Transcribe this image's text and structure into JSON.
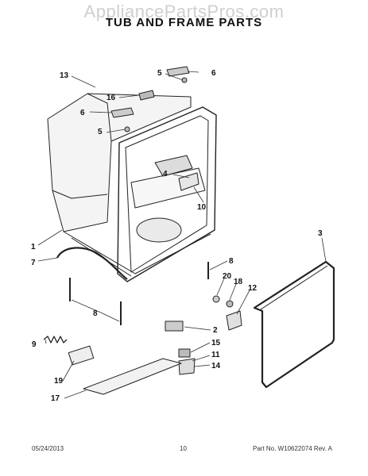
{
  "header": {
    "watermark": "AppliancePartsPros.com",
    "title": "TUB AND FRAME PARTS"
  },
  "callouts": [
    "13",
    "5",
    "6",
    "16",
    "6",
    "5",
    "4",
    "10",
    "1",
    "7",
    "8",
    "3",
    "20",
    "18",
    "12",
    "2",
    "9",
    "19",
    "15",
    "11",
    "14",
    "17",
    "8"
  ],
  "footer": {
    "date": "05/24/2013",
    "page": "10",
    "part_info": "Part No.  W10622074  Rev.  A"
  }
}
